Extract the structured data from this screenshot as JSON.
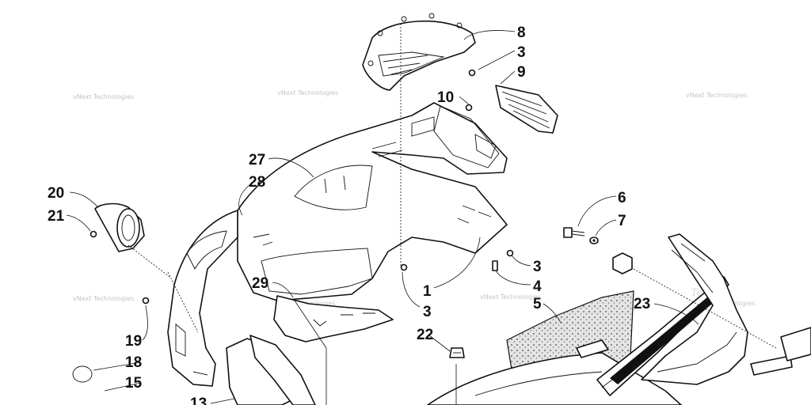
{
  "callouts": [
    {
      "id": "c8",
      "label": "8"
    },
    {
      "id": "c3a",
      "label": "3"
    },
    {
      "id": "c9",
      "label": "9"
    },
    {
      "id": "c10",
      "label": "10"
    },
    {
      "id": "c27",
      "label": "27"
    },
    {
      "id": "c28",
      "label": "28"
    },
    {
      "id": "c20",
      "label": "20"
    },
    {
      "id": "c21",
      "label": "21"
    },
    {
      "id": "c6",
      "label": "6"
    },
    {
      "id": "c7",
      "label": "7"
    },
    {
      "id": "c3b",
      "label": "3"
    },
    {
      "id": "c4",
      "label": "4"
    },
    {
      "id": "c29",
      "label": "29"
    },
    {
      "id": "c1",
      "label": "1"
    },
    {
      "id": "c5",
      "label": "5"
    },
    {
      "id": "c23",
      "label": "23"
    },
    {
      "id": "c3c",
      "label": "3"
    },
    {
      "id": "c19",
      "label": "19"
    },
    {
      "id": "c22",
      "label": "22"
    },
    {
      "id": "c18",
      "label": "18"
    },
    {
      "id": "c15",
      "label": "15"
    },
    {
      "id": "c13",
      "label": "13"
    }
  ],
  "watermark": {
    "text": "vNext Technologies",
    "overlay": "Techne"
  }
}
